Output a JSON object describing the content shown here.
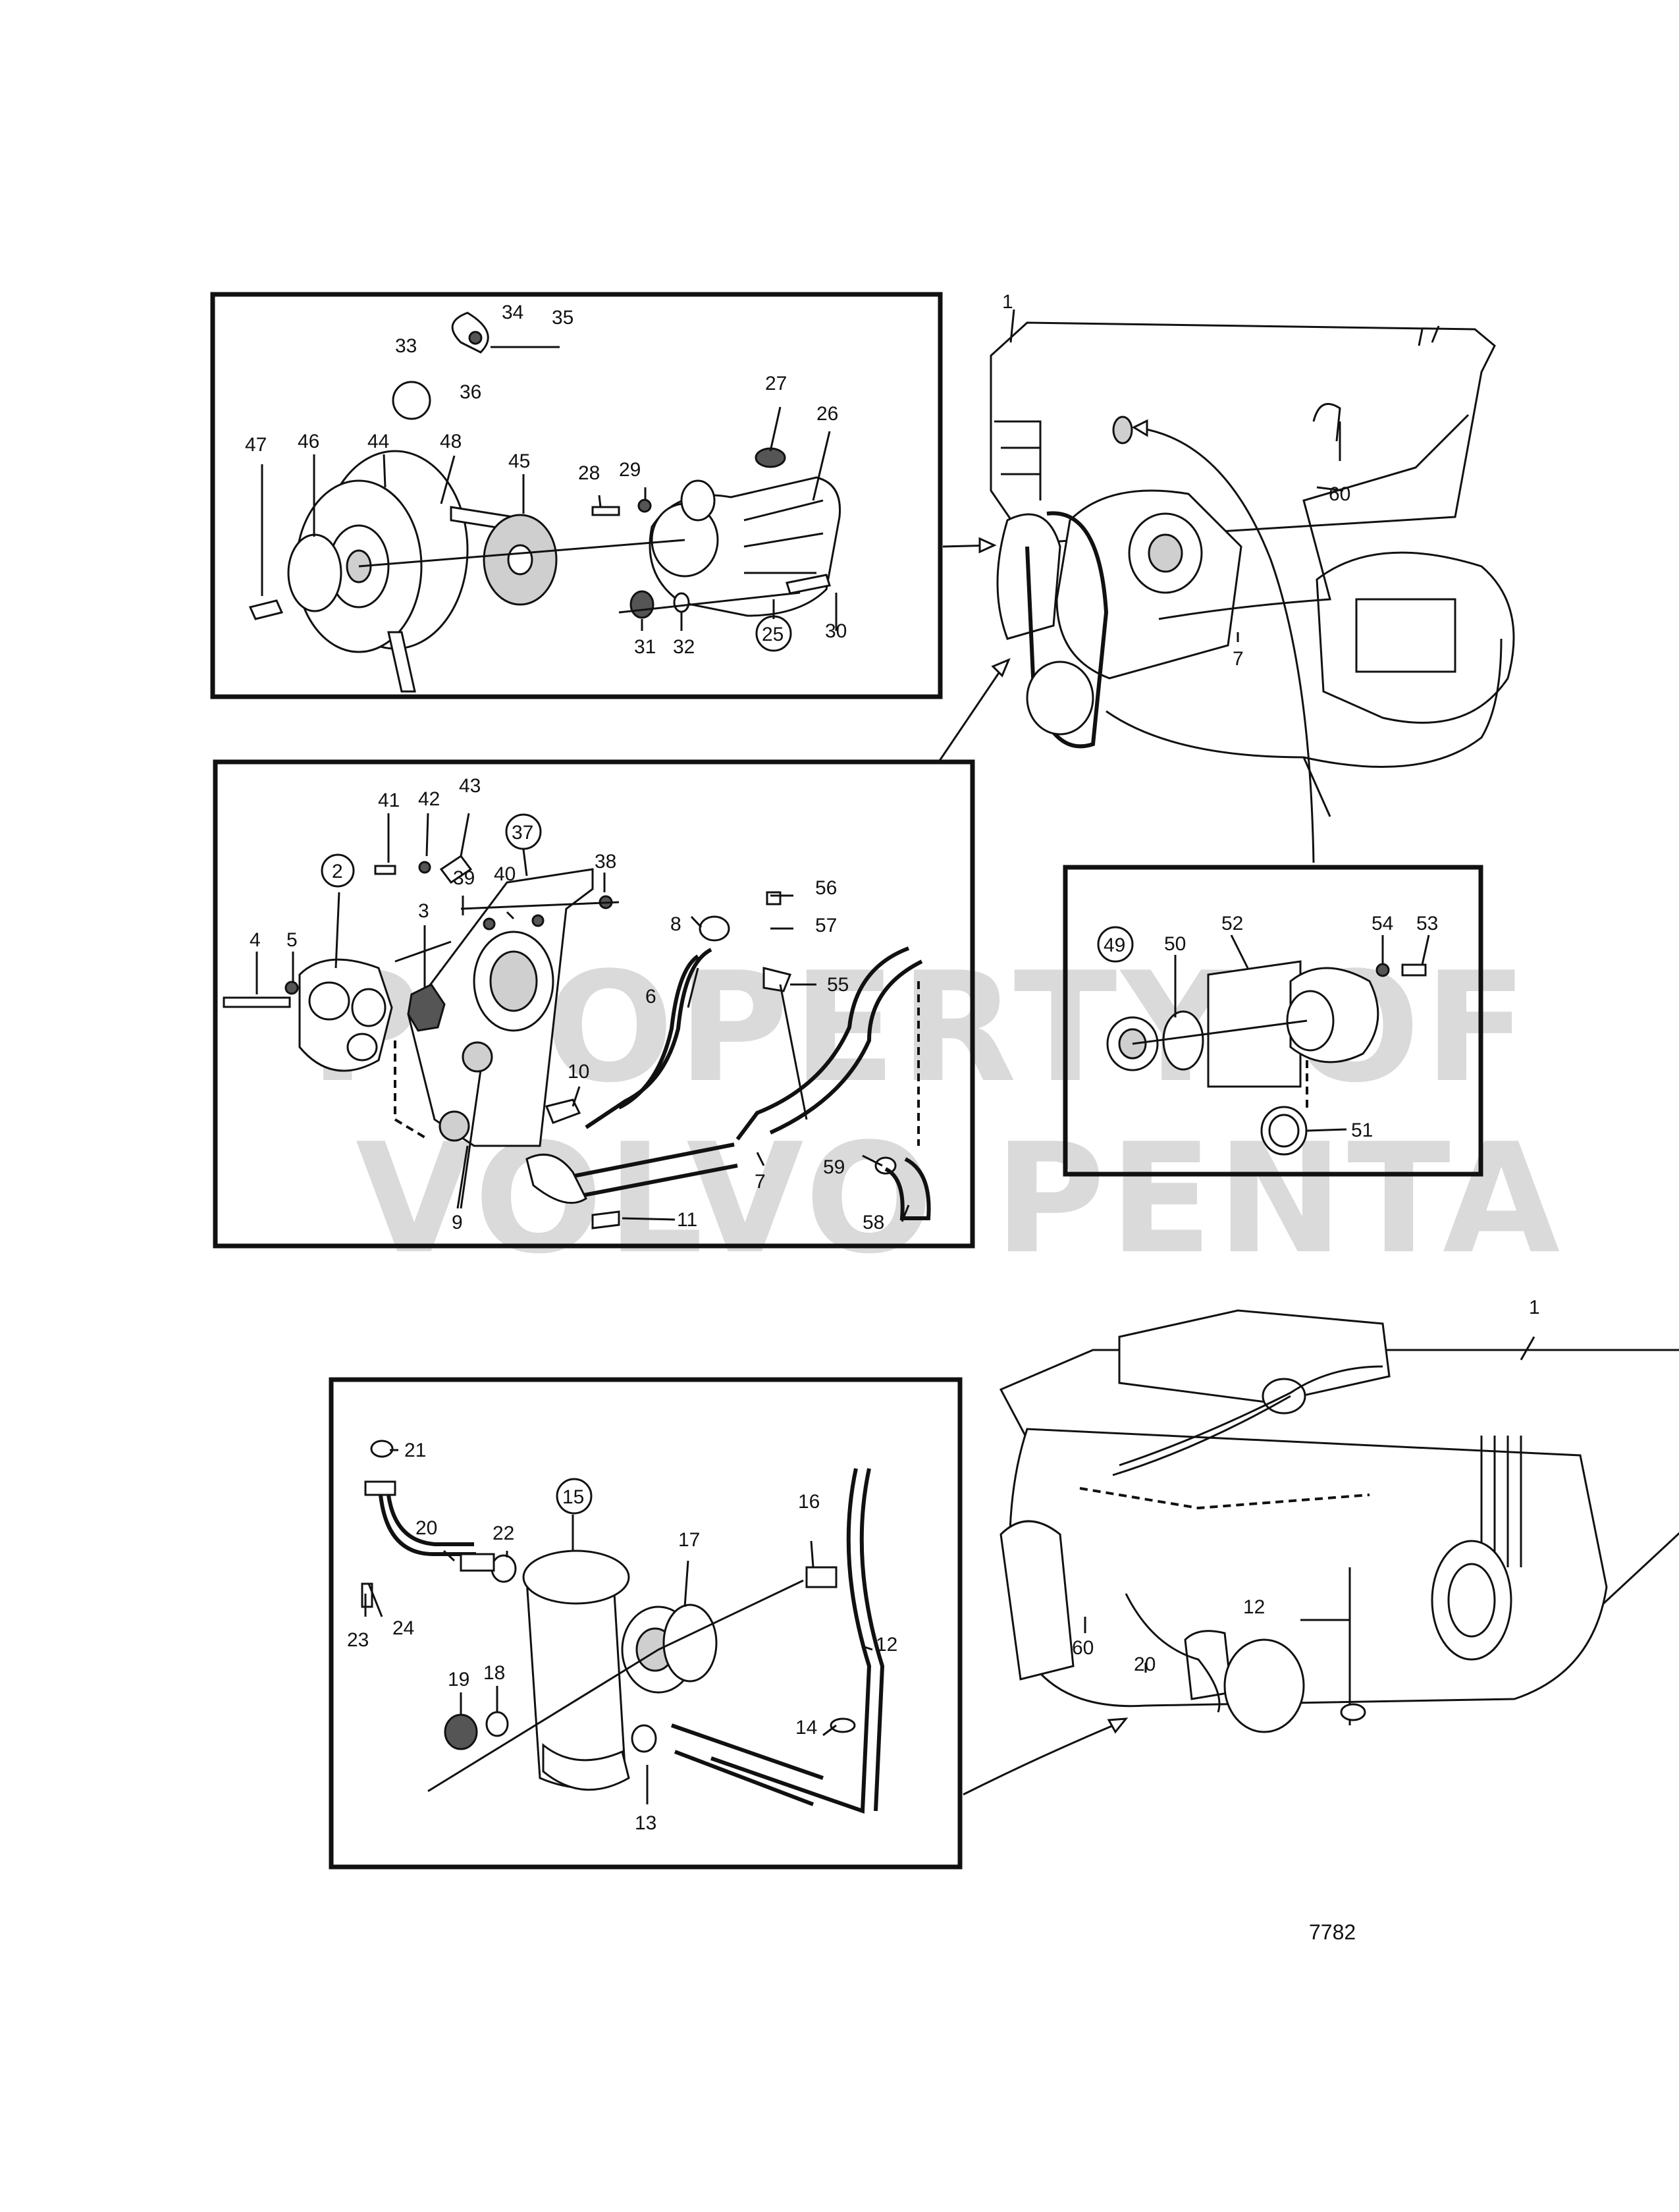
{
  "watermark": {
    "line1": "PROPERTY OF",
    "line2": "VOLVO PENTA"
  },
  "figure_number": "7782",
  "callouts": [
    {
      "id": "c1a",
      "text": "1"
    },
    {
      "id": "c33",
      "text": "33"
    },
    {
      "id": "c34",
      "text": "34"
    },
    {
      "id": "c35",
      "text": "35"
    },
    {
      "id": "c36",
      "text": "36"
    },
    {
      "id": "c47",
      "text": "47"
    },
    {
      "id": "c46",
      "text": "46"
    },
    {
      "id": "c44",
      "text": "44"
    },
    {
      "id": "c48",
      "text": "48"
    },
    {
      "id": "c45",
      "text": "45"
    },
    {
      "id": "c28",
      "text": "28"
    },
    {
      "id": "c29",
      "text": "29"
    },
    {
      "id": "c27",
      "text": "27"
    },
    {
      "id": "c26",
      "text": "26"
    },
    {
      "id": "c31",
      "text": "31"
    },
    {
      "id": "c32",
      "text": "32"
    },
    {
      "id": "c25",
      "text": "25",
      "circled": true
    },
    {
      "id": "c30",
      "text": "30"
    },
    {
      "id": "c60a",
      "text": "60"
    },
    {
      "id": "c7a",
      "text": "7"
    },
    {
      "id": "c41",
      "text": "41"
    },
    {
      "id": "c42",
      "text": "42"
    },
    {
      "id": "c43",
      "text": "43"
    },
    {
      "id": "c37",
      "text": "37",
      "circled": true
    },
    {
      "id": "c38",
      "text": "38"
    },
    {
      "id": "c2",
      "text": "2",
      "circled": true
    },
    {
      "id": "c39",
      "text": "39"
    },
    {
      "id": "c40",
      "text": "40"
    },
    {
      "id": "c3",
      "text": "3"
    },
    {
      "id": "c4",
      "text": "4"
    },
    {
      "id": "c5",
      "text": "5"
    },
    {
      "id": "c8",
      "text": "8"
    },
    {
      "id": "c6",
      "text": "6"
    },
    {
      "id": "c56",
      "text": "56"
    },
    {
      "id": "c57",
      "text": "57"
    },
    {
      "id": "c55",
      "text": "55"
    },
    {
      "id": "c10",
      "text": "10"
    },
    {
      "id": "c9",
      "text": "9"
    },
    {
      "id": "c7b",
      "text": "7"
    },
    {
      "id": "c11",
      "text": "11"
    },
    {
      "id": "c59",
      "text": "59"
    },
    {
      "id": "c58",
      "text": "58"
    },
    {
      "id": "c49",
      "text": "49",
      "circled": true
    },
    {
      "id": "c50",
      "text": "50"
    },
    {
      "id": "c52",
      "text": "52"
    },
    {
      "id": "c54",
      "text": "54"
    },
    {
      "id": "c53",
      "text": "53"
    },
    {
      "id": "c51",
      "text": "51"
    },
    {
      "id": "c1b",
      "text": "1"
    },
    {
      "id": "c21",
      "text": "21"
    },
    {
      "id": "c20a",
      "text": "20"
    },
    {
      "id": "c22",
      "text": "22"
    },
    {
      "id": "c15",
      "text": "15",
      "circled": true
    },
    {
      "id": "c16",
      "text": "16"
    },
    {
      "id": "c17",
      "text": "17"
    },
    {
      "id": "c12a",
      "text": "12"
    },
    {
      "id": "c23",
      "text": "23"
    },
    {
      "id": "c24",
      "text": "24"
    },
    {
      "id": "c19",
      "text": "19"
    },
    {
      "id": "c18",
      "text": "18"
    },
    {
      "id": "c14",
      "text": "14"
    },
    {
      "id": "c13",
      "text": "13"
    },
    {
      "id": "c12b",
      "text": "12"
    },
    {
      "id": "c60b",
      "text": "60"
    },
    {
      "id": "c20b",
      "text": "20"
    }
  ]
}
